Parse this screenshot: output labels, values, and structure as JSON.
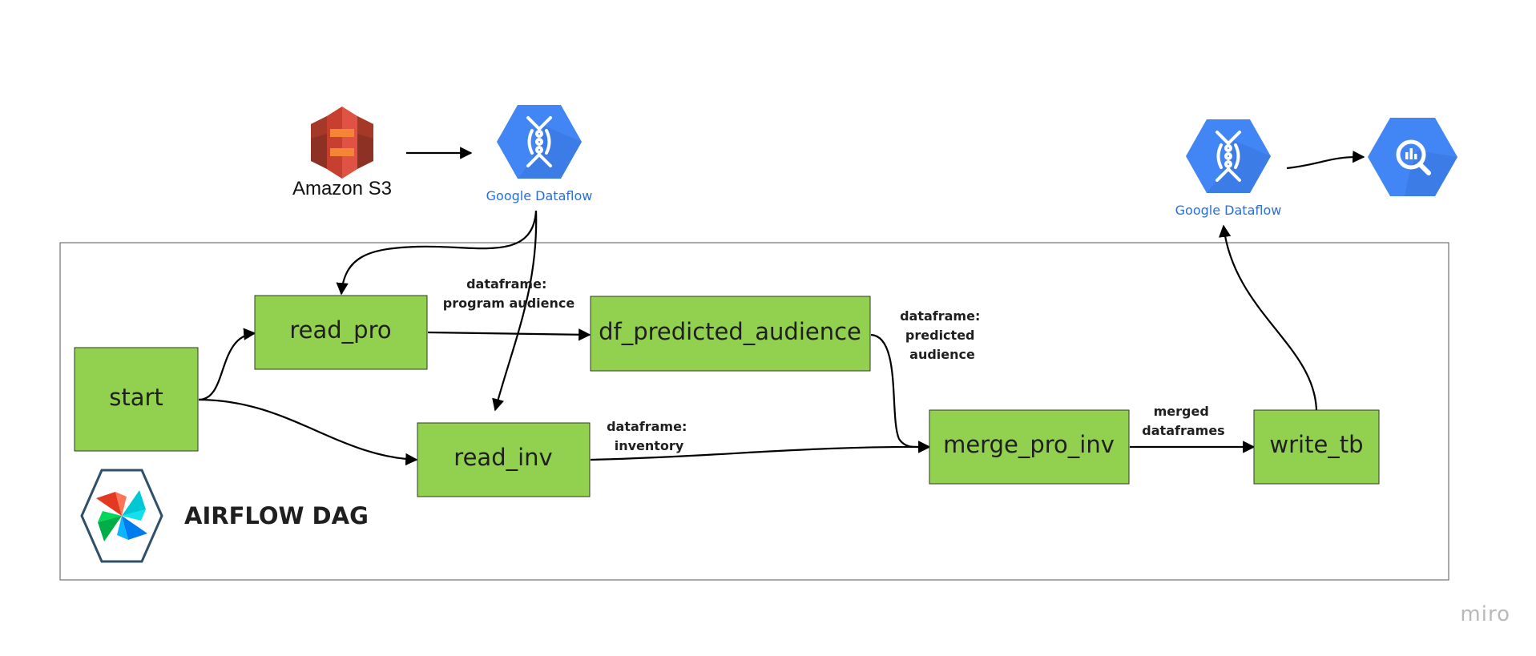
{
  "colors": {
    "node_fill": "#92d050",
    "gcp_blue": "#4285f4",
    "s3_red": "#e05243",
    "edge": "#000000"
  },
  "nodes": {
    "start": "start",
    "read_pro": "read_pro",
    "read_inv": "read_inv",
    "df_predicted_audience": "df_predicted_audience",
    "merge_pro_inv": "merge_pro_inv",
    "write_tb": "write_tb"
  },
  "edge_labels": {
    "program_audience": [
      "dataframe:",
      "program audience"
    ],
    "predicted_audience": [
      "dataframe:",
      "predicted",
      "audience"
    ],
    "inventory": [
      "dataframe:",
      "inventory"
    ],
    "merged": [
      "merged",
      "dataframes"
    ]
  },
  "services": {
    "s3": {
      "label": "Amazon S3",
      "icon": "amazon-s3-icon"
    },
    "dataflow_in": {
      "label": "Google Dataflow",
      "icon": "google-dataflow-icon"
    },
    "dataflow_out": {
      "label": "Google Dataflow",
      "icon": "google-dataflow-icon"
    },
    "bigquery": {
      "icon": "bigquery-icon"
    }
  },
  "container": {
    "title": "AIRFLOW DAG",
    "logo": "airflow-logo-icon"
  },
  "watermark": "miro"
}
